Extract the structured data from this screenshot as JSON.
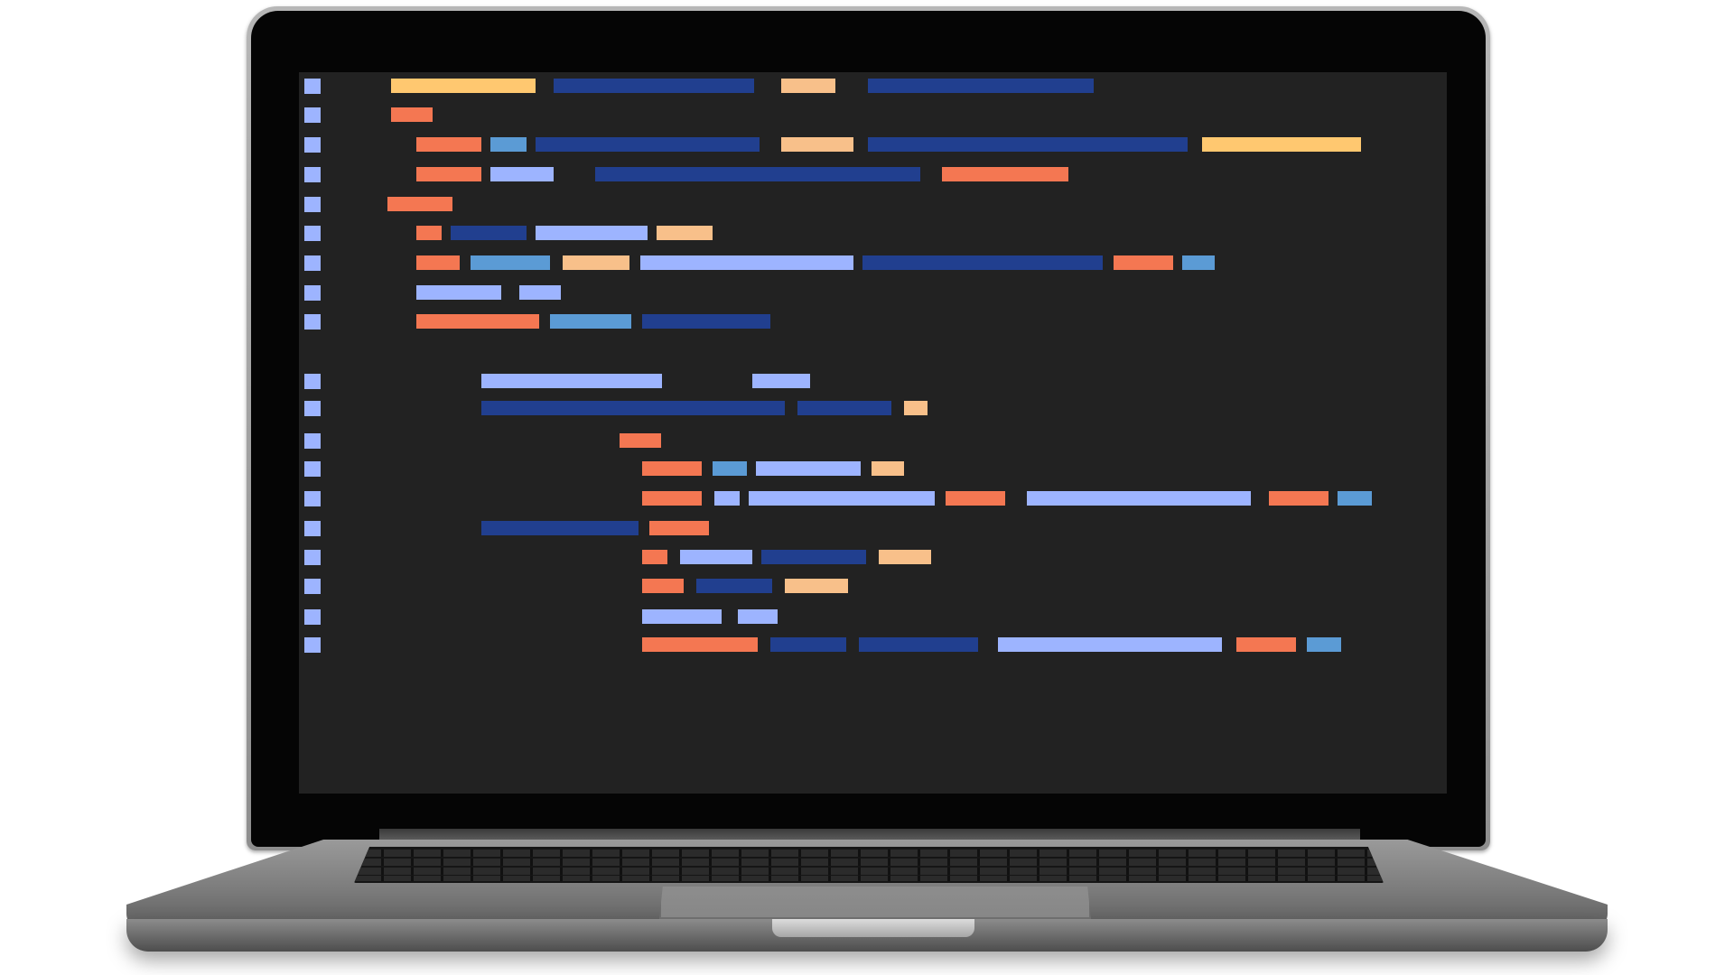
{
  "colors": {
    "background": "#ffffff",
    "screen": "#222222",
    "gutter": "#9db4ff",
    "orange": "#f47752",
    "yellow": "#ffc870",
    "peach": "#f8c08a",
    "navy": "#213f8f",
    "lightblue": "#9db4ff",
    "skyblue": "#5b9bd5"
  },
  "code_lines": [
    {
      "gutter": true,
      "tokens": [
        "yellow",
        "navy",
        "peach",
        "navy"
      ]
    },
    {
      "gutter": true,
      "tokens": [
        "orange"
      ]
    },
    {
      "gutter": true,
      "tokens": [
        "orange",
        "skyblue",
        "navy",
        "peach",
        "navy",
        "yellow"
      ]
    },
    {
      "gutter": true,
      "tokens": [
        "orange",
        "lightblue",
        "navy",
        "orange"
      ]
    },
    {
      "gutter": true,
      "tokens": [
        "orange"
      ]
    },
    {
      "gutter": true,
      "tokens": [
        "orange",
        "navy",
        "lightblue",
        "peach"
      ]
    },
    {
      "gutter": true,
      "tokens": [
        "orange",
        "skyblue",
        "peach",
        "lightblue",
        "navy",
        "orange",
        "skyblue"
      ]
    },
    {
      "gutter": true,
      "tokens": [
        "lightblue",
        "lightblue"
      ]
    },
    {
      "gutter": true,
      "tokens": [
        "orange",
        "skyblue",
        "navy"
      ]
    },
    {
      "gutter": false,
      "tokens": []
    },
    {
      "gutter": true,
      "tokens": [
        "lightblue",
        "lightblue"
      ]
    },
    {
      "gutter": true,
      "tokens": [
        "navy",
        "navy",
        "peach"
      ]
    },
    {
      "gutter": true,
      "tokens": [
        "orange"
      ]
    },
    {
      "gutter": true,
      "tokens": [
        "orange",
        "skyblue",
        "lightblue",
        "peach"
      ]
    },
    {
      "gutter": true,
      "tokens": [
        "orange",
        "lightblue",
        "lightblue",
        "orange",
        "lightblue",
        "orange",
        "skyblue"
      ]
    },
    {
      "gutter": true,
      "tokens": [
        "navy",
        "orange"
      ]
    },
    {
      "gutter": true,
      "tokens": [
        "orange",
        "lightblue",
        "navy",
        "peach"
      ]
    },
    {
      "gutter": true,
      "tokens": [
        "orange",
        "navy",
        "peach"
      ]
    },
    {
      "gutter": true,
      "tokens": [
        "lightblue",
        "lightblue"
      ]
    },
    {
      "gutter": true,
      "tokens": [
        "orange",
        "navy",
        "navy",
        "lightblue",
        "orange",
        "skyblue"
      ]
    }
  ]
}
